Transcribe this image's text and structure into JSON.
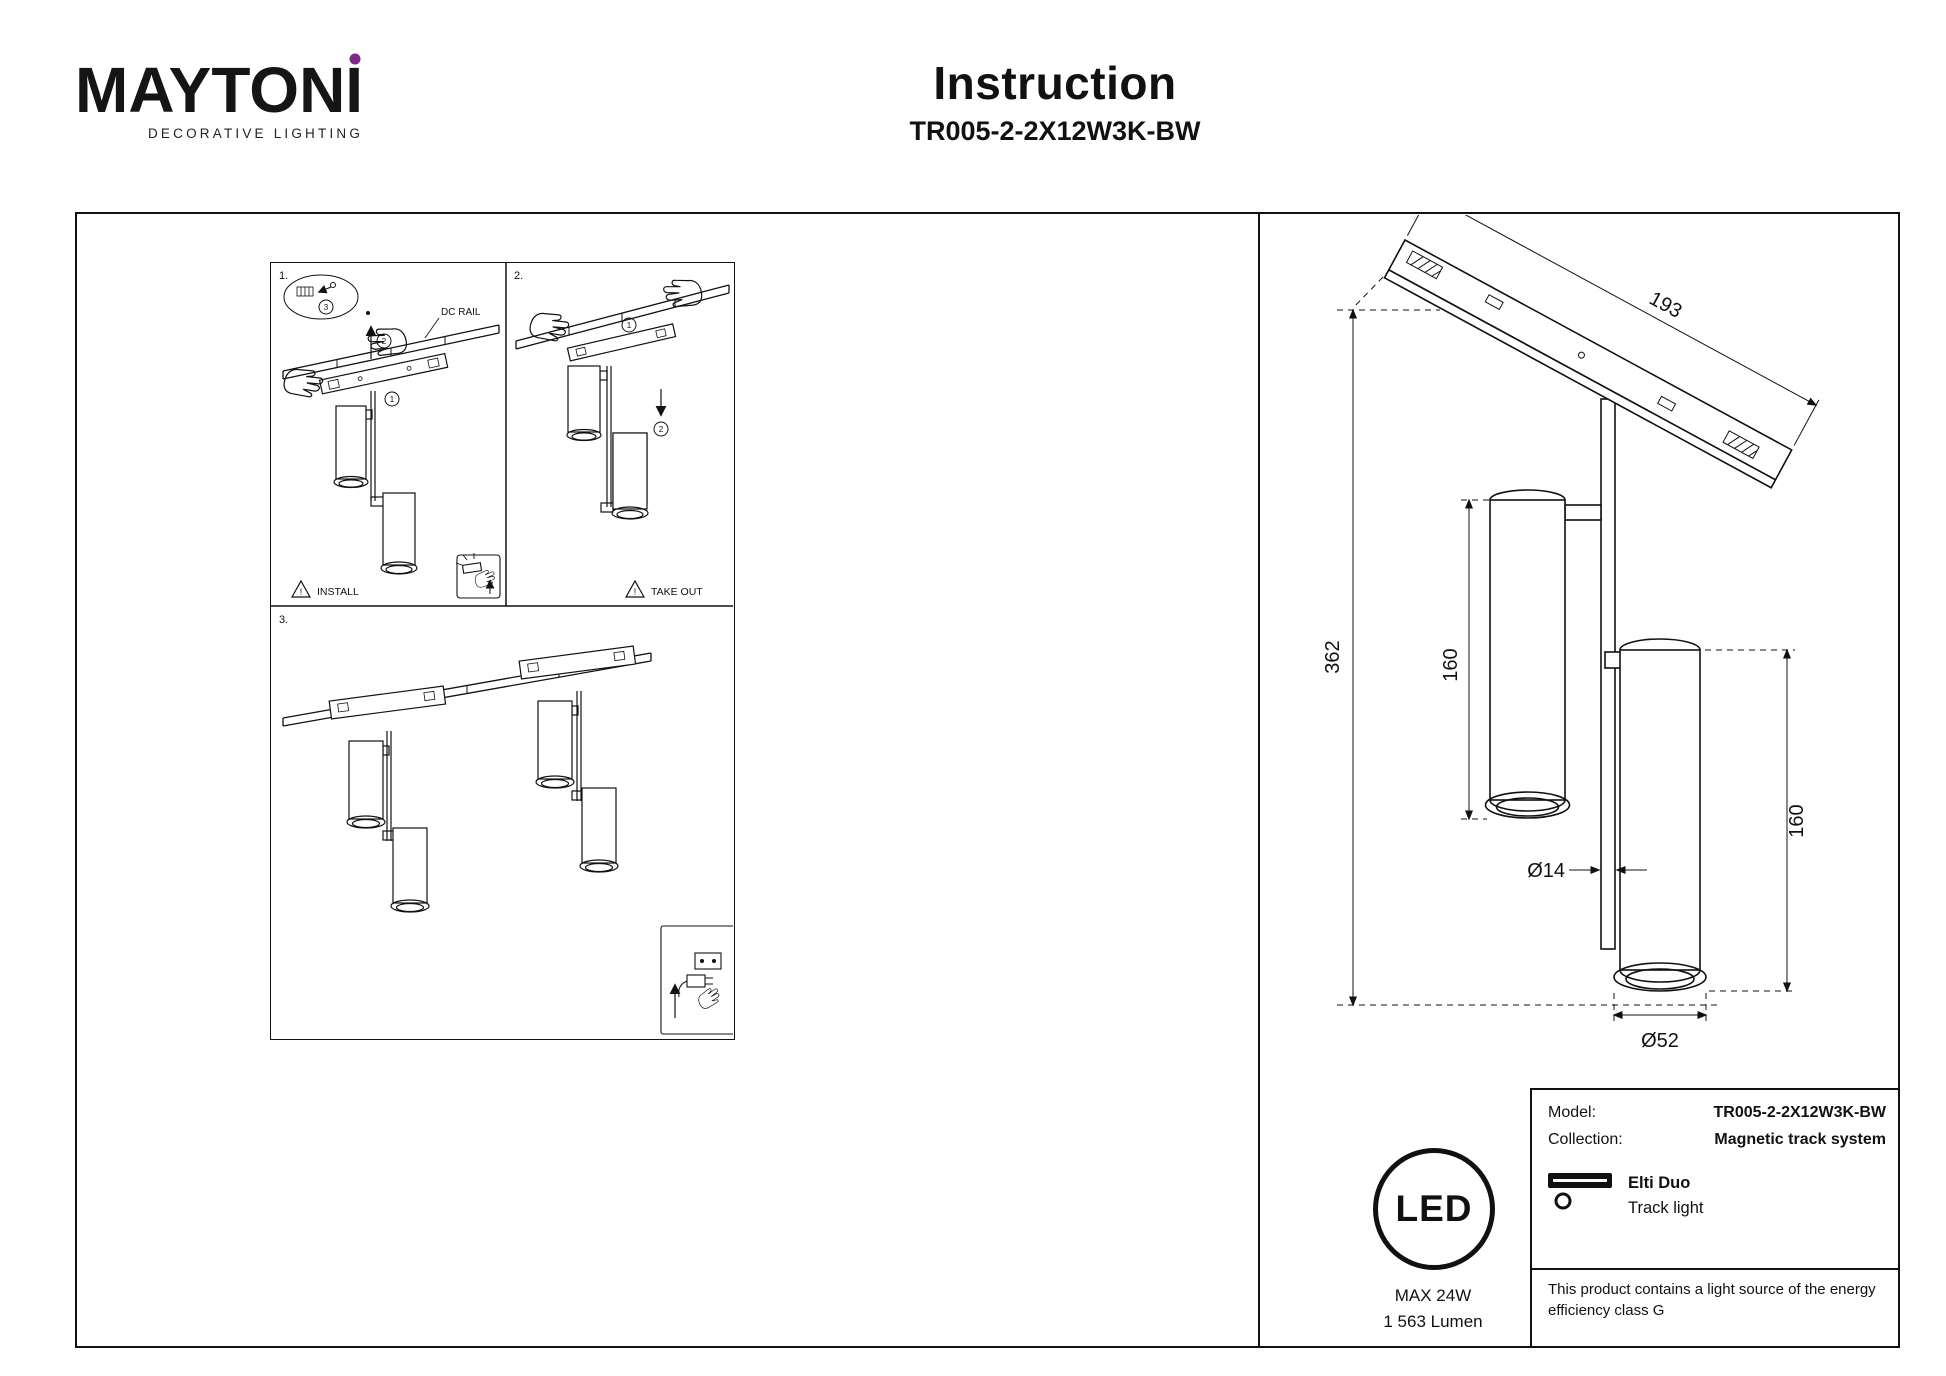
{
  "brand": {
    "name": "MAYTONI",
    "tagline": "DECORATIVE LIGHTING",
    "dot_color": "#7c2a83"
  },
  "header": {
    "title": "Instruction",
    "model": "TR005-2-2X12W3K-BW"
  },
  "steps": {
    "one": {
      "label": "1.",
      "detail_marker": "3",
      "marker_1": "1",
      "marker_2": "2",
      "rail_label": "DC RAIL",
      "warning_mark": "!",
      "caption": "INSTALL"
    },
    "two": {
      "label": "2.",
      "marker_1": "1",
      "marker_2": "2",
      "warning_mark": "!",
      "caption": "TAKE OUT"
    },
    "three": {
      "label": "3."
    }
  },
  "drawing": {
    "dim_track": "193",
    "dim_total": "362",
    "dim_lamp_left": "160",
    "dim_lamp_right": "160",
    "dim_stem": "Ø14",
    "dim_head": "Ø52"
  },
  "specs": {
    "led": "LED",
    "power": "MAX 24W",
    "lumen": "1 563 Lumen"
  },
  "info": {
    "model_label": "Model:",
    "model": "TR005-2-2X12W3K-BW",
    "collection_label": "Collection:",
    "collection": "Magnetic track system",
    "family": "Elti Duo",
    "type": "Track light",
    "note": "This product contains a light source of the energy efficiency class G"
  }
}
